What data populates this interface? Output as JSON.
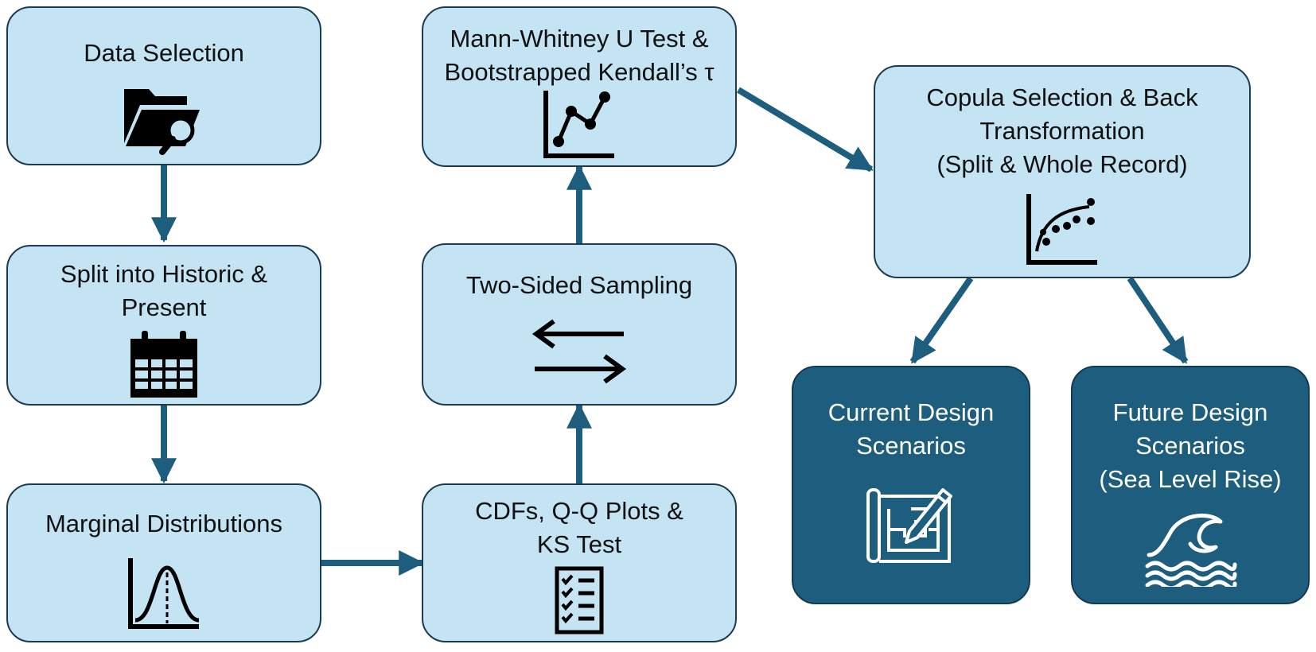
{
  "boxes": {
    "data_selection": "Data Selection",
    "split": [
      "Split into Historic &",
      "Present"
    ],
    "marginal": "Marginal Distributions",
    "cdfs": [
      "CDFs, Q-Q Plots &",
      "KS Test"
    ],
    "two_sided": "Two-Sided Sampling",
    "mann_whitney": [
      "Mann-Whitney U Test &",
      "Bootstrapped Kendall’s τ"
    ],
    "copula": [
      "Copula Selection & Back",
      "Transformation",
      "(Split & Whole Record)"
    ],
    "current": [
      "Current Design",
      "Scenarios"
    ],
    "future": [
      "Future Design",
      "Scenarios",
      "(Sea Level Rise)"
    ]
  },
  "icons": {
    "data_selection": "folder-search-icon",
    "split": "calendar-icon",
    "marginal": "bell-curve-icon",
    "cdfs": "checklist-icon",
    "two_sided": "exchange-arrows-icon",
    "mann_whitney": "line-chart-icon",
    "copula": "scatter-curve-icon",
    "current": "blueprint-pencil-icon",
    "future": "wave-icon"
  },
  "colors": {
    "light_box": "#c4e4f4",
    "dark_box": "#1d5d7e",
    "arrow": "#1d5d7e",
    "border": "#1c3a52"
  }
}
